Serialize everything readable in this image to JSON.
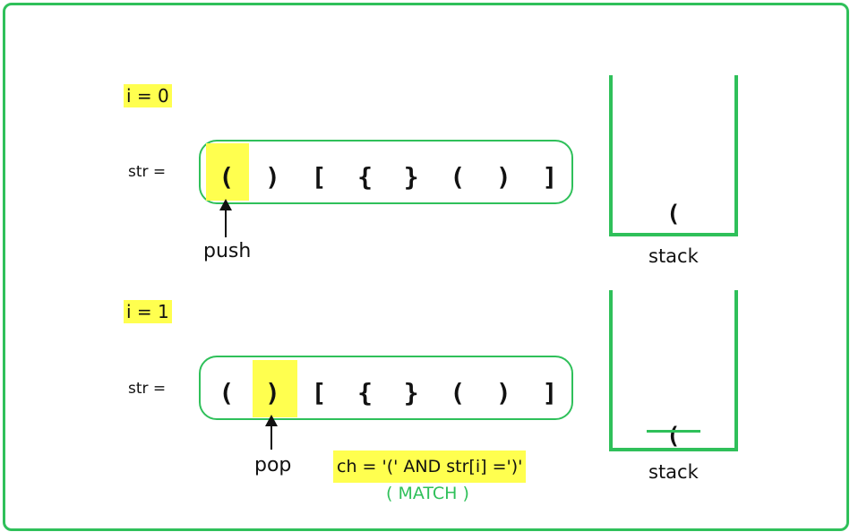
{
  "steps": [
    {
      "index_label": "i = 0",
      "str_label": "str =",
      "chars": [
        "(",
        ")",
        "[",
        "{",
        "}",
        "(",
        ")",
        "]"
      ],
      "highlight_index": 0,
      "operation": "push",
      "stack_items": [
        "("
      ],
      "stack_label": "stack"
    },
    {
      "index_label": "i = 1",
      "str_label": "str =",
      "chars": [
        "(",
        ")",
        "[",
        "{",
        "}",
        "(",
        ")",
        "]"
      ],
      "highlight_index": 1,
      "operation": "pop",
      "stack_items": [
        "("
      ],
      "stack_label": "stack",
      "condition": "ch = '('  AND str[i] =')'",
      "result": "( MATCH )"
    }
  ],
  "colors": {
    "accent": "#2fc05a",
    "highlight": "#ffff4f"
  }
}
